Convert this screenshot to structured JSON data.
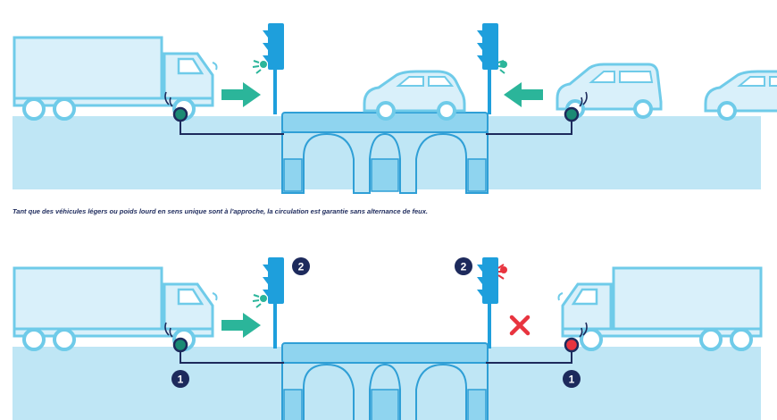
{
  "caption": "Tant que des véhicules légers ou poids lourd en sens unique sont à l'approche, la circulation est garantie sans alternance de feux.",
  "badges": {
    "sensor_left": "1",
    "sensor_right": "1",
    "light_left": "2",
    "light_right": "2"
  },
  "colors": {
    "ground": "#bfe6f5",
    "vehicle_fill": "#d9f0fa",
    "vehicle_stroke": "#6fcbe9",
    "bridge_fill": "#8fd4ef",
    "bridge_stroke": "#2f9fd6",
    "signal_pole": "#1e9fdc",
    "arrow_green": "#2bb59a",
    "sensor_green": "#1b8a74",
    "sensor_red": "#e8343f",
    "cable": "#1d2a5c",
    "cross_red": "#e8343f",
    "badge_bg": "#1d2a5c"
  },
  "icons": [
    "truck-icon",
    "car-icon",
    "van-icon",
    "traffic-light-icon",
    "arrow-right-icon",
    "arrow-left-icon",
    "sensor-icon",
    "bridge-icon",
    "cross-icon"
  ]
}
